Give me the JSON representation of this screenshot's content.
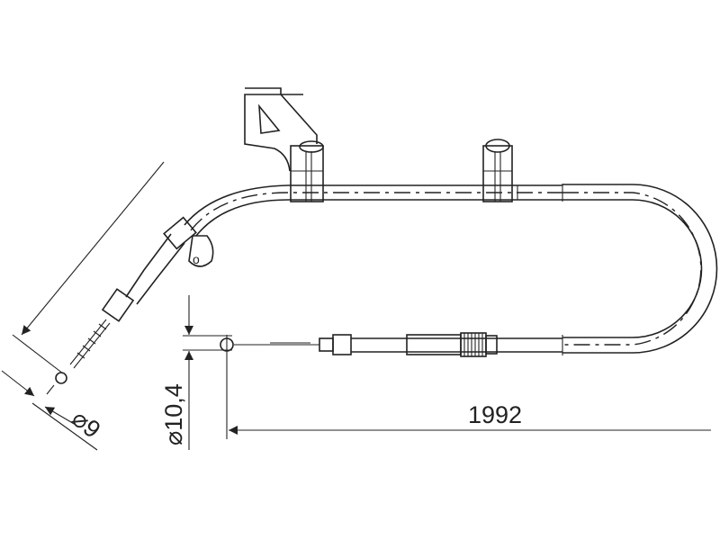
{
  "drawing": {
    "length_label": "1992",
    "diameter_cable_label": "⌀10,4",
    "diameter_end_label": "⌀9",
    "bracket_hole_label": "o"
  },
  "colors": {
    "line": "#222222",
    "background": "#ffffff"
  }
}
